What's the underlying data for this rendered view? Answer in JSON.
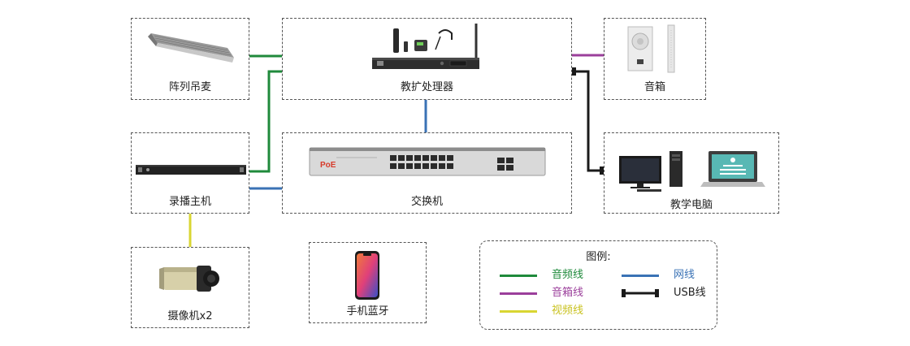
{
  "colors": {
    "audio": "#1f8a3b",
    "speaker_line": "#9b3f9b",
    "video": "#d9d632",
    "network": "#3a72b5",
    "usb": "#1a1a1a",
    "border": "#555555"
  },
  "nodes": {
    "array_mic": "阵列吊麦",
    "processor": "教扩处理器",
    "speaker": "音箱",
    "recorder": "录播主机",
    "switch": "交换机",
    "pc": "教学电脑",
    "camera": "摄像机x2",
    "phone": "手机蓝牙"
  },
  "switch_brand": "PoE",
  "legend": {
    "title": "图例:",
    "items": [
      {
        "label": "音频线",
        "color": "#1f8a3b",
        "type": "line"
      },
      {
        "label": "网线",
        "color": "#3a72b5",
        "type": "line"
      },
      {
        "label": "音箱线",
        "color": "#9b3f9b",
        "type": "line"
      },
      {
        "label": "USB线",
        "color": "#1a1a1a",
        "type": "usb"
      },
      {
        "label": "视频线",
        "color": "#d9d632",
        "type": "line"
      }
    ]
  },
  "icons": [
    "array-mic-icon",
    "processor-icon",
    "speaker-icon",
    "recorder-icon",
    "switch-icon",
    "computer-icon",
    "camera-icon",
    "phone-icon"
  ]
}
